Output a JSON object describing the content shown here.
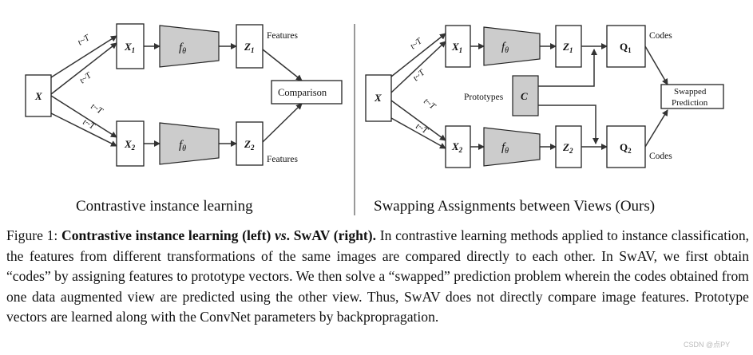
{
  "left_panel": {
    "input": "X",
    "transform_labels": [
      "t~T",
      "t~T",
      "t~T",
      "t~T"
    ],
    "views": [
      "X",
      "X"
    ],
    "view_subscripts": [
      "1",
      "2"
    ],
    "encoder_symbol": "f",
    "encoder_subscript": "θ",
    "features": [
      "Z",
      "Z"
    ],
    "feature_subscripts": [
      "1",
      "2"
    ],
    "features_label_top": "Features",
    "features_label_bottom": "Features",
    "comparison_label": "Comparison",
    "caption": "Contrastive instance learning"
  },
  "right_panel": {
    "input": "X",
    "transform_labels": [
      "t~T",
      "t~T",
      "t~T",
      "t~T"
    ],
    "views": [
      "X",
      "X"
    ],
    "view_subscripts": [
      "1",
      "2"
    ],
    "encoder_symbol": "f",
    "encoder_subscript": "θ",
    "features": [
      "Z",
      "Z"
    ],
    "feature_subscripts": [
      "1",
      "2"
    ],
    "codes": [
      "Q",
      "Q"
    ],
    "code_subscripts": [
      "1",
      "2"
    ],
    "codes_label_top": "Codes",
    "codes_label_bottom": "Codes",
    "prototypes_label": "Prototypes",
    "prototypes_symbol": "C",
    "swapped_line1": "Swapped",
    "swapped_line2": "Prediction",
    "caption": "Swapping Assignments between Views (Ours)"
  },
  "figure_caption": {
    "label": "Figure 1:",
    "bold_part_a": "Contrastive instance learning (left)",
    "vs": "vs",
    "bold_part_b": ". SwAV (right).",
    "body": "In contrastive learning methods applied to instance classification, the features from different transformations of the same images are compared directly to each other. In SwAV, we first obtain “codes” by assigning features to prototype vectors. We then solve a “swapped” prediction problem wherein the codes obtained from one data augmented view are predicted using the other view. Thus, SwAV does not directly compare image features. Prototype vectors are learned along with the ConvNet parameters by backpropragation."
  },
  "watermark": "CSDN @点PY"
}
